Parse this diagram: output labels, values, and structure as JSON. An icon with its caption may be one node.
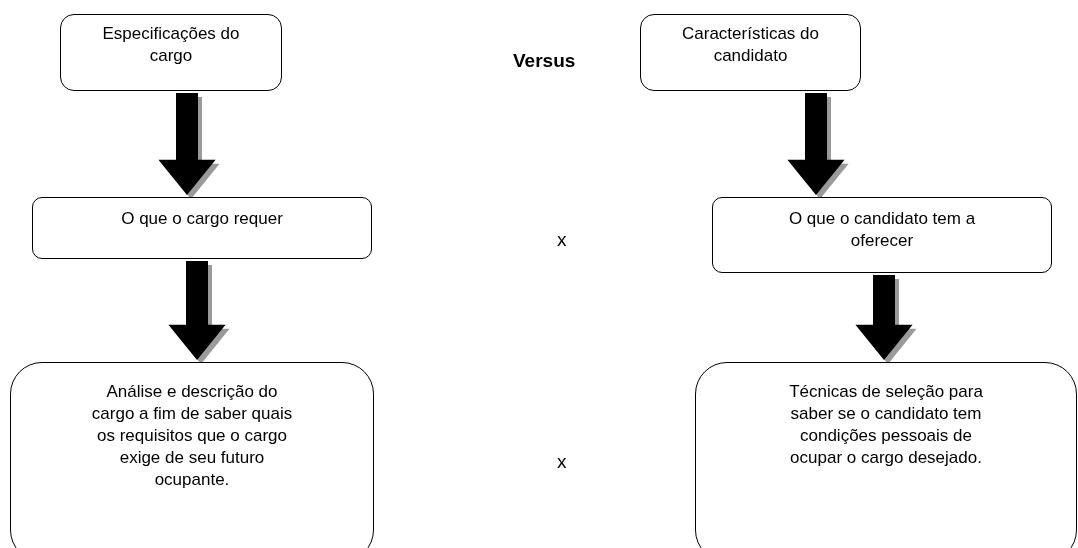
{
  "diagram": {
    "nodes": [
      {
        "text": [
          "Especificações do cargo"
        ]
      },
      {
        "text": [
          "Características do candidato"
        ]
      },
      {
        "text": [
          "O que o cargo requer"
        ]
      },
      {
        "text": [
          "O que o candidato tem a oferecer"
        ]
      },
      {
        "text": [
          "Análise e descrição do cargo a fim de saber quais os requisitos que o cargo exige de seu futuro ocupante."
        ]
      },
      {
        "text": [
          "Técnicas de seleção para saber se o candidato tem condições pessoais de ocupar o cargo desejado."
        ]
      }
    ],
    "edges": [
      {
        "from": 0,
        "to": 2,
        "arrow": "to",
        "style": "thick"
      },
      {
        "from": 2,
        "to": 4,
        "arrow": "to",
        "style": "thick"
      },
      {
        "from": 1,
        "to": 3,
        "arrow": "to",
        "style": "thick"
      },
      {
        "from": 3,
        "to": 5,
        "arrow": "to",
        "style": "thick"
      }
    ],
    "labels": [
      "Versus",
      "x",
      "x"
    ]
  }
}
